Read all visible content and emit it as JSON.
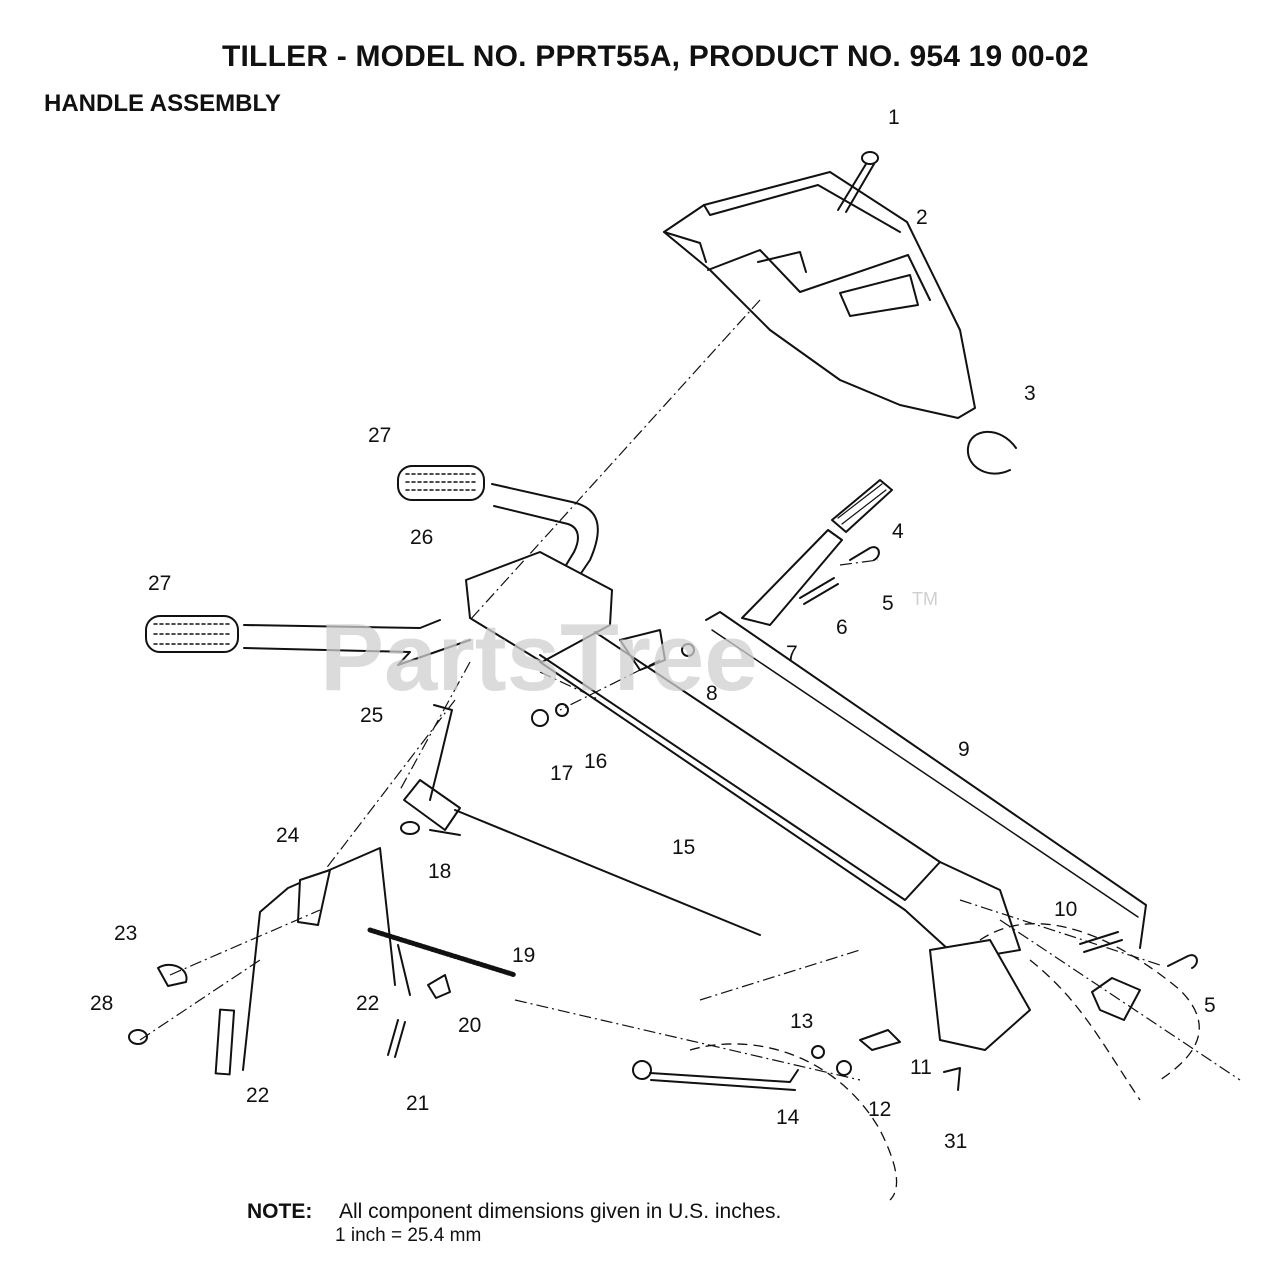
{
  "header": {
    "title": "TILLER - MODEL NO. PPRT55A, PRODUCT NO. 954 19 00-02",
    "subtitle": "HANDLE ASSEMBLY"
  },
  "watermark": {
    "text": "PartsTree",
    "trademark": "TM"
  },
  "callouts": [
    "1",
    "2",
    "3",
    "4",
    "5",
    "6",
    "7",
    "8",
    "9",
    "10",
    "11",
    "12",
    "13",
    "14",
    "15",
    "16",
    "17",
    "18",
    "19",
    "20",
    "21",
    "22",
    "23",
    "24",
    "25",
    "26",
    "27",
    "28",
    "31"
  ],
  "note": {
    "label": "NOTE:",
    "line1": "All component dimensions given in U.S. inches.",
    "line2": "1 inch = 25.4 mm"
  }
}
